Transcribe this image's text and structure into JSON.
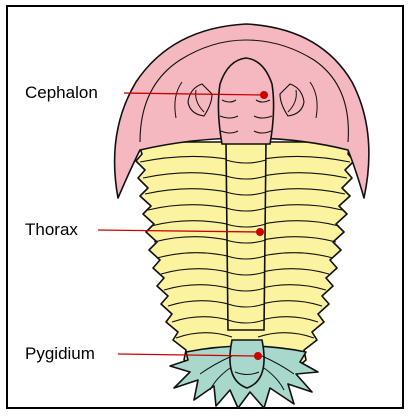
{
  "labels": {
    "cephalon": "Cephalon",
    "thorax": "Thorax",
    "pygidium": "Pygidium"
  },
  "colors": {
    "cephalon_fill": "#f6b8c0",
    "thorax_fill": "#fbf3a0",
    "pygidium_fill": "#a8d8cc",
    "outline": "#111111",
    "leader_line": "#cc0000",
    "marker_dot": "#cc0000"
  }
}
